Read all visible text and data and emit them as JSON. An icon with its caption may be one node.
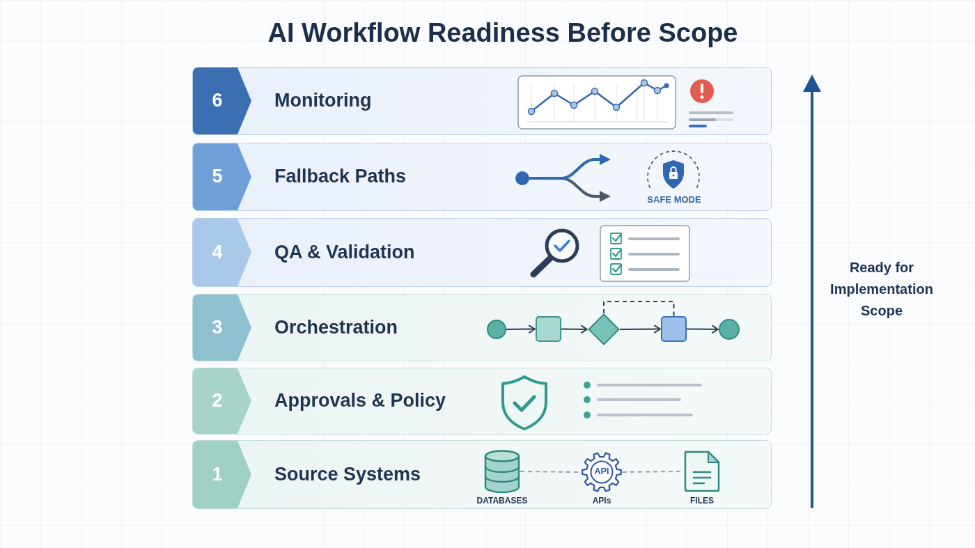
{
  "diagram": {
    "title": "AI Workflow Readiness Before Scope",
    "nodes": [
      {
        "text": [
          "6",
          "Monitoring"
        ]
      },
      {
        "text": [
          "5",
          "Fallback Paths"
        ]
      },
      {
        "text": [],
        "shape": "circle",
        "in": 1
      },
      {
        "text": [
          "4",
          "QA & Validation"
        ]
      },
      {
        "text": [
          "3",
          "Orchestration"
        ]
      },
      {
        "text": [],
        "shape": "circle",
        "in": 4
      },
      {
        "text": [],
        "shape": "box",
        "in": 4
      },
      {
        "text": [],
        "shape": "diamond",
        "in": 4
      },
      {
        "text": [],
        "shape": "box",
        "in": 4
      },
      {
        "text": [],
        "shape": "circle",
        "in": 4
      },
      {
        "text": [
          "2",
          "Approvals & Policy"
        ]
      },
      {
        "text": [
          "1",
          "Source Systems"
        ]
      },
      {
        "text": [
          "DATABASES"
        ],
        "in": 11
      },
      {
        "text": [
          "API",
          "APIs"
        ],
        "in": 11
      },
      {
        "text": [
          "FILES"
        ],
        "in": 11
      }
    ],
    "edges": [
      {
        "from": 2,
        "to": null,
        "arrow": "to",
        "color": "#2f67b0"
      },
      {
        "from": 2,
        "to": null,
        "arrow": "to",
        "color": "#4b5a69"
      },
      {
        "from": 5,
        "to": 6,
        "arrow": "to"
      },
      {
        "from": 6,
        "to": 7,
        "arrow": "to"
      },
      {
        "from": 7,
        "to": 8,
        "arrow": "to"
      },
      {
        "from": 8,
        "to": 9,
        "arrow": "to"
      },
      {
        "from": 7,
        "to": 8,
        "arrow": "none",
        "style": "dashed"
      },
      {
        "from": 12,
        "to": 13,
        "arrow": "none",
        "style": "dashed",
        "color": "#9aa3ad"
      },
      {
        "from": 13,
        "to": 14,
        "arrow": "none",
        "style": "dashed",
        "color": "#9aa3ad"
      }
    ],
    "labels": [
      "SAFE MODE",
      "Ready for Implementation Scope"
    ]
  }
}
